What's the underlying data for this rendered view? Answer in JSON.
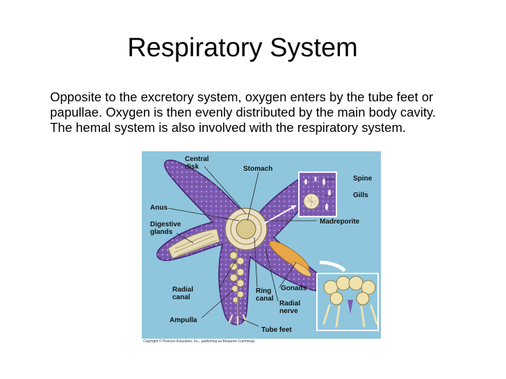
{
  "slide": {
    "title": "Respiratory System",
    "body_lines": [
      " Opposite to the excretory system, oxygen enters by the tube feet or",
      "papullae. Oxygen is then evenly distributed by the main body cavity.",
      "The hemal system is also involved with the respiratory system."
    ]
  },
  "figure": {
    "labels": {
      "central_disk": [
        "Central",
        "disk"
      ],
      "stomach": "Stomach",
      "spine": "Spine",
      "gills": "Gills",
      "anus": "Anus",
      "digestive_glands": [
        "Digestive",
        "glands"
      ],
      "madreporite": "Madreporite",
      "radial_canal": [
        "Radial",
        "canal"
      ],
      "ring_canal": [
        "Ring",
        "canal"
      ],
      "gonads": "Gonads",
      "radial_nerve": [
        "Radial",
        "nerve"
      ],
      "ampulla": "Ampulla",
      "tube_feet": "Tube feet"
    },
    "credit": "Copyright © Pearson Education, Inc., publishing as Benjamin Cummings.",
    "colors": {
      "background": "#8fc6dd",
      "starfish_body": "#7d5ab1",
      "gland": "#e6dcb8",
      "gonad": "#e8a646"
    }
  }
}
